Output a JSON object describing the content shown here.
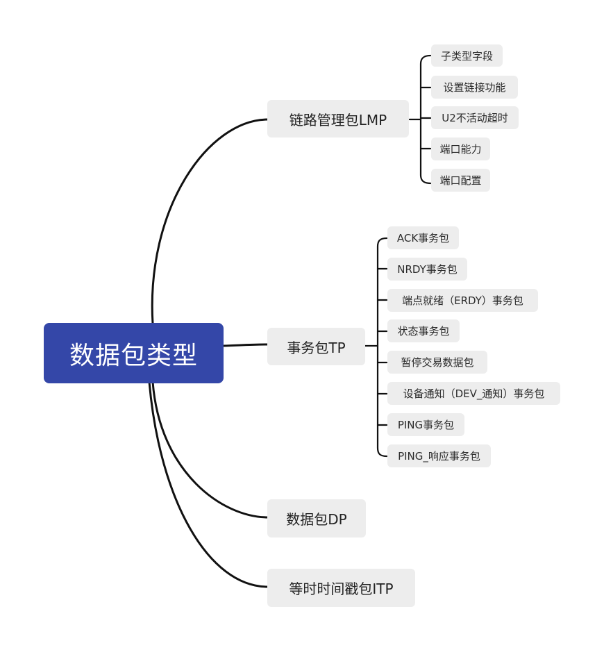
{
  "root": {
    "label": "数据包类型"
  },
  "branches": [
    {
      "label": "链路管理包LMP",
      "children": [
        "子类型字段",
        "设置链接功能",
        "U2不活动超时",
        "端口能力",
        "端口配置"
      ]
    },
    {
      "label": "事务包TP",
      "children": [
        "ACK事务包",
        "NRDY事务包",
        "端点就绪（ERDY）事务包",
        "状态事务包",
        "暂停交易数据包",
        "设备通知（DEV_通知）事务包",
        "PING事务包",
        "PING_响应事务包"
      ]
    },
    {
      "label": "数据包DP",
      "children": []
    },
    {
      "label": "等时时间戳包ITP",
      "children": []
    }
  ],
  "colors": {
    "root_fill": "#3447a8",
    "node_fill": "#ededed",
    "line": "#111111"
  }
}
